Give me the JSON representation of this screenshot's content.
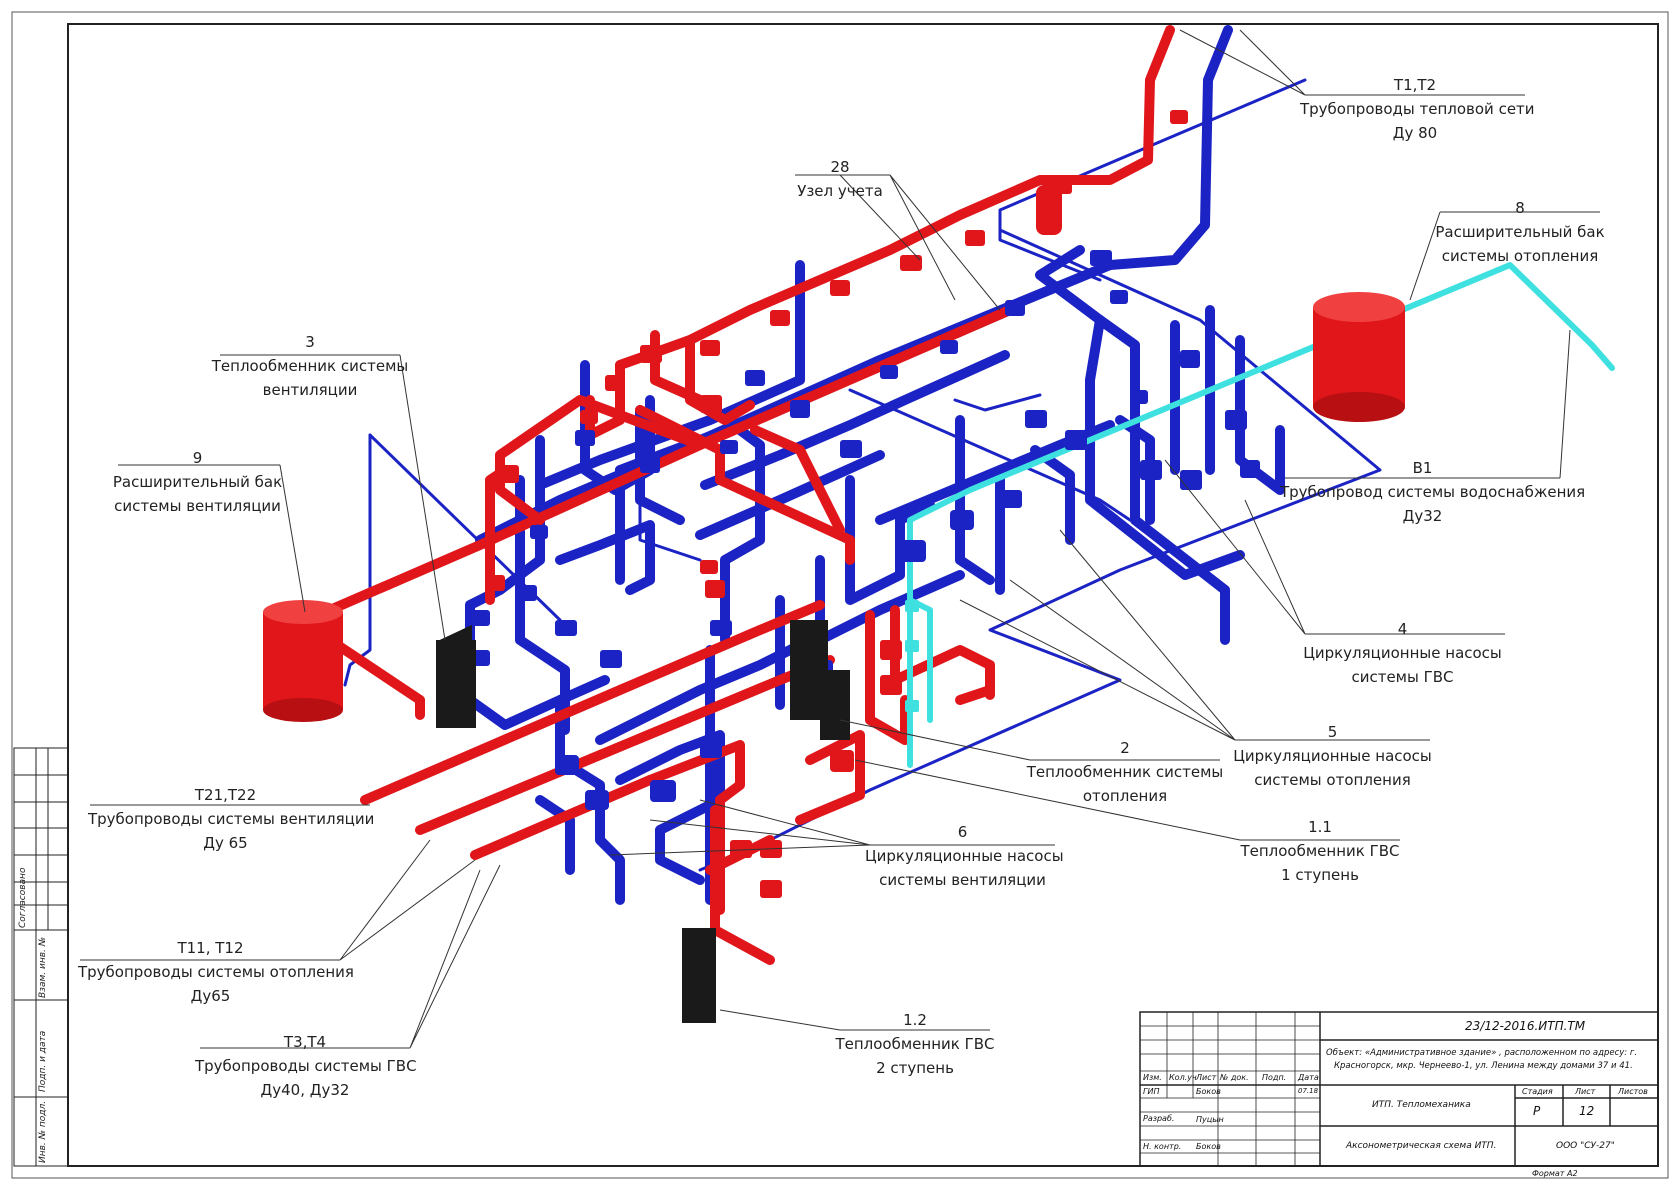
{
  "callouts": {
    "t1t2": {
      "num": "T1,T2",
      "lines": [
        "Трубопроводы тепловой сети",
        "Ду 80"
      ]
    },
    "c28": {
      "num": "28",
      "lines": [
        "Узел учета"
      ]
    },
    "c8": {
      "num": "8",
      "lines": [
        "Расширительный бак",
        "системы отопления"
      ]
    },
    "c3": {
      "num": "3",
      "lines": [
        "Теплообменник системы",
        "вентиляции"
      ]
    },
    "c9": {
      "num": "9",
      "lines": [
        "Расширительный бак",
        "системы вентиляции"
      ]
    },
    "b1": {
      "num": "В1",
      "lines": [
        "Трубопровод системы водоснабжения",
        "Ду32"
      ]
    },
    "c4": {
      "num": "4",
      "lines": [
        "Циркуляционные насосы",
        "системы ГВС"
      ]
    },
    "c5": {
      "num": "5",
      "lines": [
        "Циркуляционные насосы",
        "системы отопления"
      ]
    },
    "c2": {
      "num": "2",
      "lines": [
        "Теплообменник системы",
        "отопления"
      ]
    },
    "t21t22": {
      "num": "T21,T22",
      "lines": [
        "Трубопроводы системы вентиляции",
        "Ду 65"
      ]
    },
    "c6": {
      "num": "6",
      "lines": [
        "Циркуляционные насосы",
        "системы вентиляции"
      ]
    },
    "c11": {
      "num": "1.1",
      "lines": [
        "Теплообменник ГВС",
        "1 ступень"
      ]
    },
    "t11t12": {
      "num": "T11, T12",
      "lines": [
        "Трубопроводы системы отопления",
        "Ду65"
      ]
    },
    "t3t4": {
      "num": "Т3,Т4",
      "lines": [
        "Трубопроводы системы ГВС",
        "Ду40, Ду32"
      ]
    },
    "c12": {
      "num": "1.2",
      "lines": [
        "Теплообменник ГВС",
        "2 ступень"
      ]
    }
  },
  "side_stamp": {
    "agreed": "Согласовано",
    "inv_vzam": "Взам. инв. №",
    "sign_date": "Подп. и дата",
    "inv_orig": "Инв. № подл."
  },
  "title_block": {
    "doc_code": "23/12-2016.ИТП.ТМ",
    "object_line1": "Объект: «Административное здание» , расположенном по адресу: г.",
    "object_line2": "Красногорск, мкр. Чернеево-1, ул. Ленина между домами 37 и 41.",
    "headers": {
      "izm": "Изм.",
      "kol": "Кол.уч",
      "list": "Лист",
      "doc": "№ док.",
      "podp": "Подп.",
      "date": "Дата"
    },
    "roles": [
      {
        "role": "ГИП",
        "name": "Боков",
        "date": "07.18"
      },
      {
        "role": "Разраб.",
        "name": "Пуцын",
        "date": ""
      },
      {
        "role": "Н. контр.",
        "name": "Боков",
        "date": ""
      }
    ],
    "section": "ИТП. Тепломеханика",
    "sheet_name": "Аксонометрическая схема ИТП.",
    "stage_label": "Стадия",
    "sheet_label": "Лист",
    "sheets_label": "Листов",
    "stage": "Р",
    "sheet": "12",
    "sheets": "",
    "org": "ООО \"СУ-27\"",
    "format": "Формат А2"
  },
  "colors": {
    "supply": "#e0161b",
    "return": "#1b23c4",
    "cold_water": "#3fe0e0",
    "frame": "#222222",
    "leader": "#333333"
  }
}
